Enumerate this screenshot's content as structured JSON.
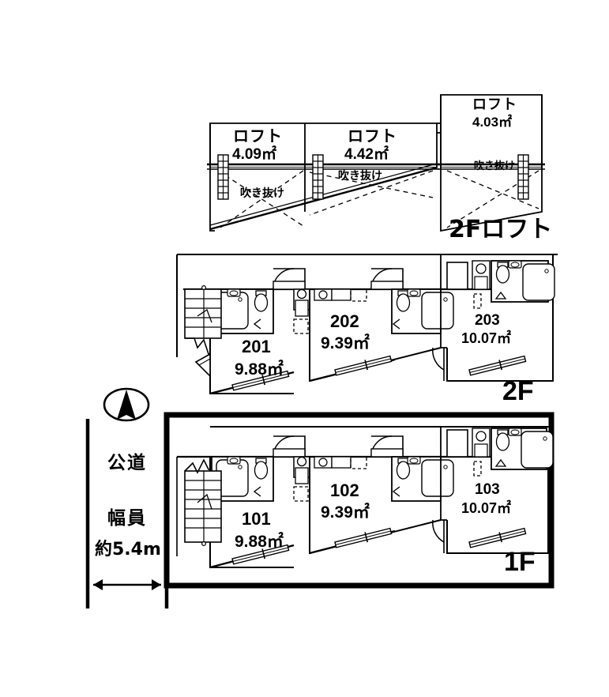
{
  "document": {
    "type": "floor-plan",
    "background_color": "#ffffff",
    "line_color": "#000000"
  },
  "compass": {
    "name": "north-arrow",
    "direction": "north-up"
  },
  "road": {
    "label": "公道",
    "width_label": "幅員",
    "width_value": "約5.4m",
    "dimension_arrow": "double-headed-horizontal"
  },
  "floors": [
    {
      "id": "loft",
      "label": "2Fロフト",
      "rooms": [
        {
          "name": "ロフト",
          "area": "4.09",
          "unit": "㎡",
          "void_label": "吹き抜け"
        },
        {
          "name": "ロフト",
          "area": "4.42",
          "unit": "㎡",
          "void_label": "吹き抜け"
        },
        {
          "name": "ロフト",
          "area": "4.03",
          "unit": "㎡",
          "void_label": "吹き抜け"
        }
      ]
    },
    {
      "id": "second-floor",
      "label": "2F",
      "rooms": [
        {
          "number": "201",
          "area": "9.88",
          "unit": "㎡"
        },
        {
          "number": "202",
          "area": "9.39",
          "unit": "㎡"
        },
        {
          "number": "203",
          "area": "10.07",
          "unit": "㎡"
        }
      ]
    },
    {
      "id": "first-floor",
      "label": "1F",
      "rooms": [
        {
          "number": "101",
          "area": "9.88",
          "unit": "㎡"
        },
        {
          "number": "102",
          "area": "9.39",
          "unit": "㎡"
        },
        {
          "number": "103",
          "area": "10.07",
          "unit": "㎡"
        }
      ]
    }
  ],
  "fixtures": {
    "bathtub": "bathtub-icon",
    "toilet": "toilet-icon",
    "sink": "sink-icon",
    "kitchen_sink": "kitchen-sink-icon",
    "stairs": "stairs-icon",
    "ladder": "ladder-icon",
    "door_swing": "door-swing-icon",
    "window": "window-icon"
  }
}
